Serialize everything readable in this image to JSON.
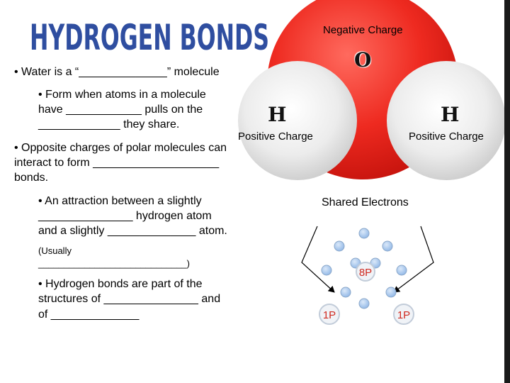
{
  "title": "HYDROGEN BONDS",
  "molecule": {
    "negative_label": "Negative Charge",
    "oxygen_letter": "O",
    "h_left_letter": "H",
    "h_right_letter": "H",
    "positive_left_label": "Positive Charge",
    "positive_right_label": "Positive Charge"
  },
  "notes": {
    "water_line": "• Water is a “______________” molecule",
    "form_line1": "• Form when atoms in a molecule",
    "form_line2": "have ____________ pulls on the",
    "form_line3": "_____________ they share.",
    "opposite_line1": "• Opposite charges of polar molecules can",
    "opposite_line2": "interact to form ____________________",
    "opposite_line3": "bonds.",
    "attraction_line1": "• An attraction between a slightly",
    "attraction_line2": "_______________ hydrogen atom",
    "attraction_line3": "and a slightly ______________ atom.",
    "usually_line1": "(Usually",
    "usually_line2": "_____________________________)",
    "structures_line1": "• Hydrogen bonds are part of the",
    "structures_line2": "structures of _______________ and",
    "structures_line3": "of ______________"
  },
  "diagram": {
    "shared_label": "Shared Electrons",
    "oxygen_nucleus": "8P",
    "h_left_nucleus": "1P",
    "h_right_nucleus": "1P"
  },
  "colors": {
    "title": "#2f4ea0",
    "oxygen": "#ee2a20",
    "hydrogen": "#e4e4e4",
    "electron": "#a9c8ec",
    "nucleus_ring": "#d4dde8"
  }
}
